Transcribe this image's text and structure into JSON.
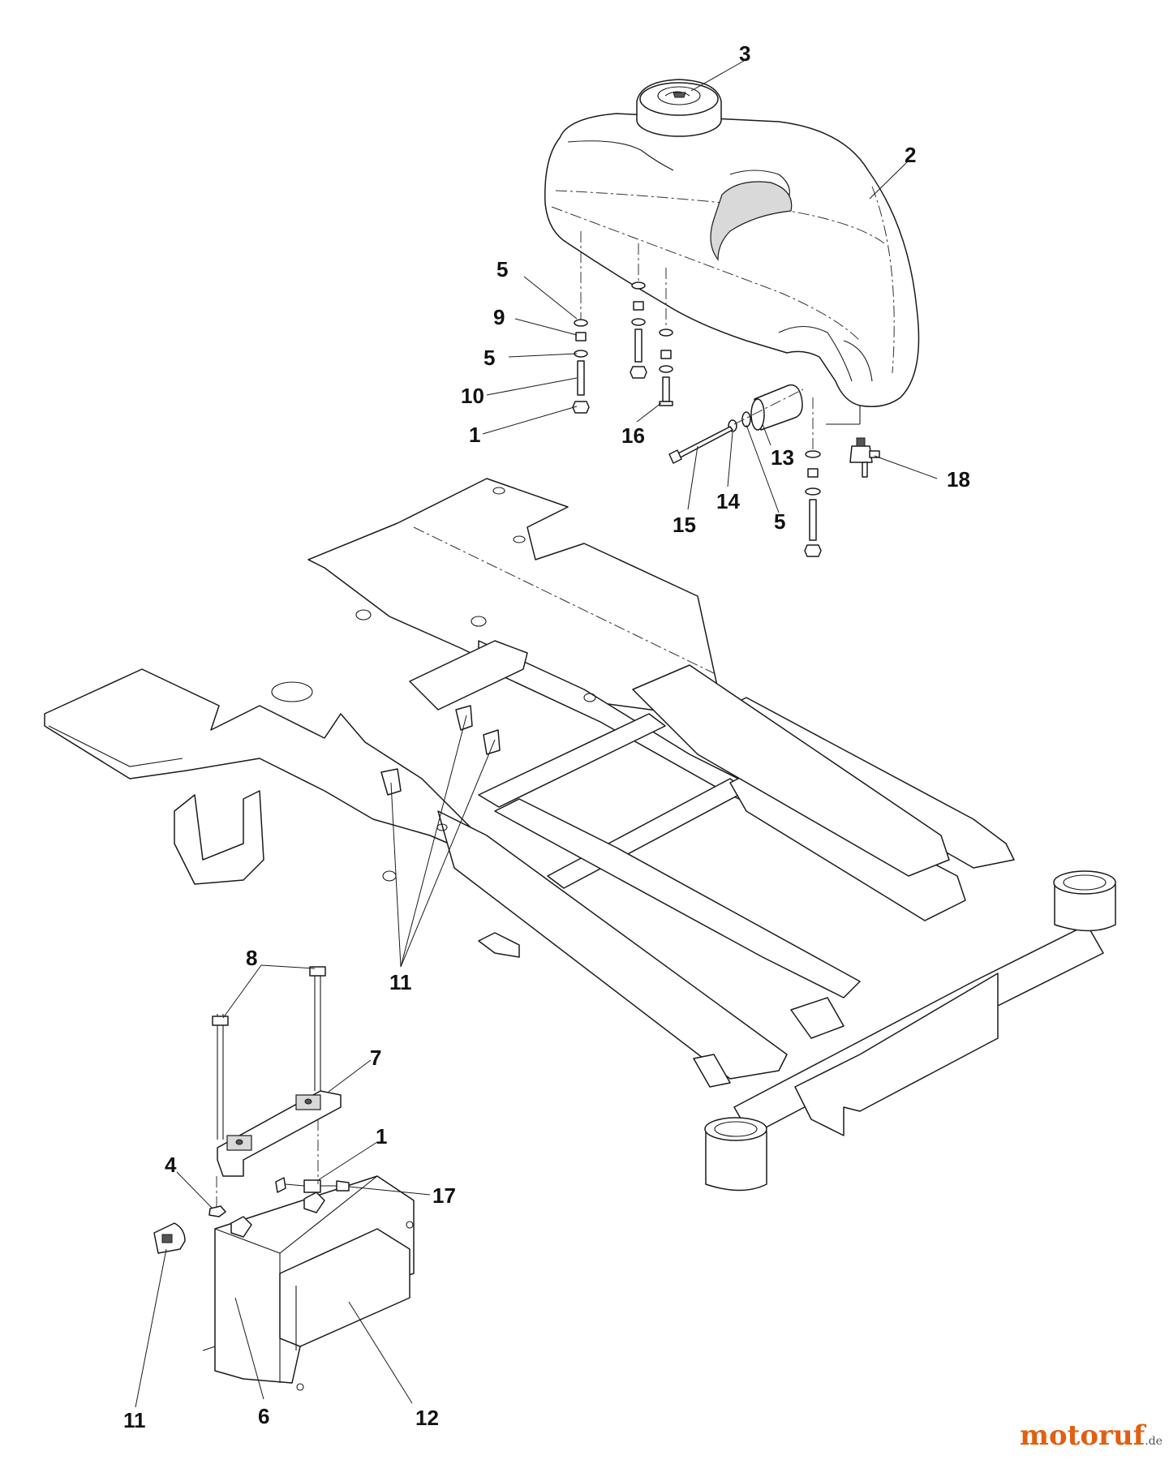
{
  "callouts": [
    {
      "id": "c3",
      "label": "3"
    },
    {
      "id": "c2",
      "label": "2"
    },
    {
      "id": "c5a",
      "label": "5"
    },
    {
      "id": "c9",
      "label": "9"
    },
    {
      "id": "c5b",
      "label": "5"
    },
    {
      "id": "c10",
      "label": "10"
    },
    {
      "id": "c1a",
      "label": "1"
    },
    {
      "id": "c16",
      "label": "16"
    },
    {
      "id": "c13",
      "label": "13"
    },
    {
      "id": "c18",
      "label": "18"
    },
    {
      "id": "c14",
      "label": "14"
    },
    {
      "id": "c15",
      "label": "15"
    },
    {
      "id": "c5c",
      "label": "5"
    },
    {
      "id": "c11a",
      "label": "11"
    },
    {
      "id": "c8",
      "label": "8"
    },
    {
      "id": "c7",
      "label": "7"
    },
    {
      "id": "c1b",
      "label": "1"
    },
    {
      "id": "c4",
      "label": "4"
    },
    {
      "id": "c17",
      "label": "17"
    },
    {
      "id": "c11b",
      "label": "11"
    },
    {
      "id": "c12",
      "label": "12"
    },
    {
      "id": "c6",
      "label": "6"
    }
  ],
  "watermark": {
    "main": "motoruf",
    "tld": ".de"
  },
  "colors": {
    "watermark_main": "#e06010",
    "watermark_tld": "#555555",
    "line": "#1a1a1a"
  }
}
